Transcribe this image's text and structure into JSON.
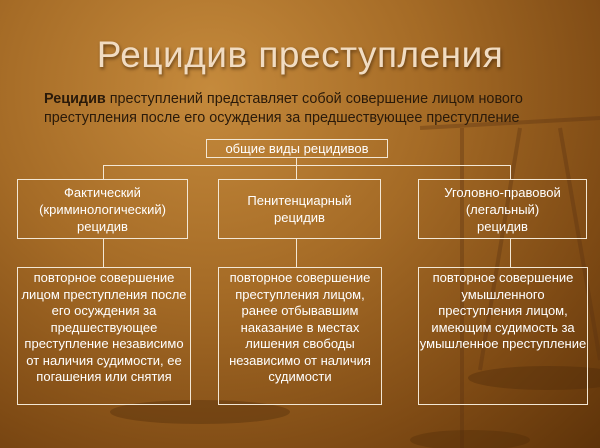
{
  "slide": {
    "title": "Рецидив преступления",
    "definition": {
      "term": "Рецидив",
      "text": " преступлений представляет собой совершение лицом нового преступления после его осуждения за предшествующее преступление"
    },
    "root_label": "общие виды рецидивов",
    "types": [
      {
        "label": "Фактический\n(криминологический)\nрецидив",
        "description": "повторное совершение\nлицом преступления после\nего осуждения за\nпредшествующее\nпреступление независимо\nот наличия судимости, ее\nпогашения или снятия"
      },
      {
        "label": "Пенитенциарный\nрецидив",
        "description": "повторное совершение\nпреступления лицом,\nранее отбывавшим\nнаказание в местах\nлишения свободы\nнезависимо от наличия\nсудимости"
      },
      {
        "label": "Уголовно-правовой\n(легальный)\nрецидив",
        "description": "повторное совершение\nумышленного\nпреступления лицом,\nимеющим судимость за\nумышленное преступление"
      }
    ]
  }
}
